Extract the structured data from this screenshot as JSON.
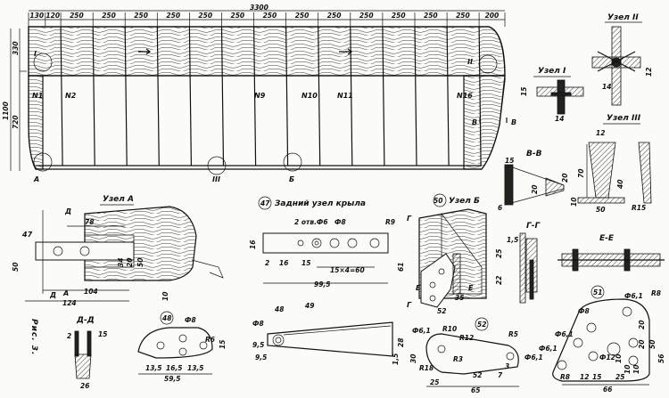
{
  "wing": {
    "span_total": "3300",
    "top_dims": [
      "130",
      "120",
      "250",
      "250",
      "250",
      "250",
      "250",
      "250",
      "250",
      "250",
      "250",
      "250",
      "250",
      "250",
      "250",
      "200"
    ],
    "left_dims": [
      "330",
      "720"
    ],
    "height_total": "1100",
    "rib_labels": [
      "N1",
      "N2",
      "N9",
      "N10",
      "N11",
      "N16"
    ],
    "callouts": [
      "I",
      "II",
      "III",
      "А",
      "Б",
      "В"
    ]
  },
  "node1": {
    "title": "Узел I",
    "dims": [
      "15",
      "14"
    ]
  },
  "node2": {
    "title": "Узел II",
    "dims": [
      "14",
      "12"
    ]
  },
  "node3": {
    "title": "Узел III",
    "dims": [
      "12",
      "70",
      "10",
      "50",
      "40",
      "R15"
    ]
  },
  "section_vv": {
    "title": "В-В",
    "dims": [
      "15",
      "20",
      "6",
      "20"
    ]
  },
  "node_a": {
    "title": "Узел А",
    "marks": [
      "Д",
      "Д",
      "47"
    ],
    "dims": [
      "78",
      "34",
      "50",
      "20",
      "50",
      "104",
      "124",
      "10"
    ],
    "letter": "А"
  },
  "part47": {
    "number": "47",
    "title": "Задний узел крыла",
    "dims": [
      "2 отв.Ф6",
      "Ф8",
      "R9",
      "16",
      "2",
      "16",
      "15",
      "15×4=60",
      "99,5"
    ]
  },
  "node_b": {
    "number": "50",
    "title": "Узел Б",
    "marks": [
      "Г",
      "Г",
      "Е",
      "Е"
    ],
    "dims": [
      "61",
      "52",
      "35",
      "22",
      "25"
    ]
  },
  "section_gg": {
    "title": "Г-Г",
    "dims": [
      "1,5"
    ]
  },
  "section_ee": {
    "title": "Е-Е"
  },
  "section_dd": {
    "title": "Д-Д",
    "dims": [
      "2",
      "15",
      "26"
    ]
  },
  "figure_caption": "Рис. 3.",
  "part48": {
    "number": "48",
    "dims": [
      "Ф8",
      "R6",
      "15",
      "13,5",
      "16,5",
      "13,5",
      "59,5"
    ]
  },
  "part49": {
    "number": "49",
    "dims": [
      "Ф8",
      "9,5",
      "9,5",
      "28",
      "1,5"
    ]
  },
  "part52": {
    "number": "52",
    "dims": [
      "Ф6,1",
      "R10",
      "R12",
      "R3",
      "R5",
      "R18",
      "52",
      "Ф6,1",
      "30",
      "25",
      "65",
      "3",
      "7"
    ]
  },
  "part51": {
    "number": "51",
    "dims": [
      "Ф6,1",
      "R8",
      "Ф8",
      "20",
      "20",
      "50",
      "Ф12",
      "Ф6,1",
      "Ф6,1",
      "10",
      "10",
      "10",
      "R8",
      "12",
      "15",
      "25",
      "66",
      "56"
    ]
  }
}
